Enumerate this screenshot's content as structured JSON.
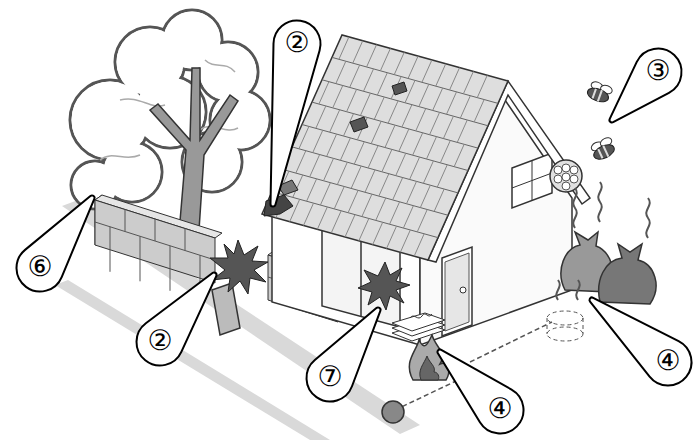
{
  "diagram": {
    "labels": [
      "②",
      "③",
      "⑥",
      "②",
      "⑦",
      "④",
      "④"
    ]
  }
}
